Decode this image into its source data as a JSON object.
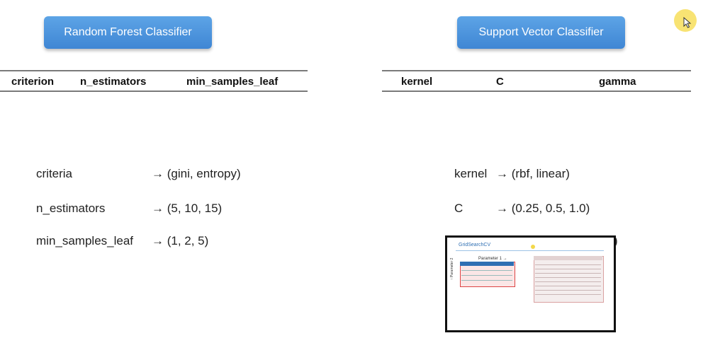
{
  "rf": {
    "button_label": "Random Forest Classifier",
    "headers": [
      "criterion",
      "n_estimators",
      "min_samples_leaf"
    ],
    "params": [
      {
        "name": "criteria",
        "values": "→ (gini, entropy)"
      },
      {
        "name": "n_estimators",
        "values": "→ (5, 10, 15)"
      },
      {
        "name": "min_samples_leaf",
        "values": "→ (1, 2, 5)"
      }
    ]
  },
  "svc": {
    "button_label": "Support Vector Classifier",
    "headers": [
      "kernel",
      "C",
      "gamma"
    ],
    "params": [
      {
        "name": "kernel",
        "values": "→ (rbf, linear)"
      },
      {
        "name": "C",
        "values": "→ (0.25,  0.5,  1.0)"
      }
    ],
    "partial_tail": ")"
  },
  "thumbnail": {
    "title": "GridSearchCV",
    "param1_label": "Parameter 1 →",
    "param2_label": "↑ Parameter 2"
  },
  "colors": {
    "button_top": "#5da4e6",
    "button_bottom": "#3f86d4",
    "cursor_highlight": "#f7de5a"
  },
  "icons": {
    "cursor": "cursor-icon"
  }
}
